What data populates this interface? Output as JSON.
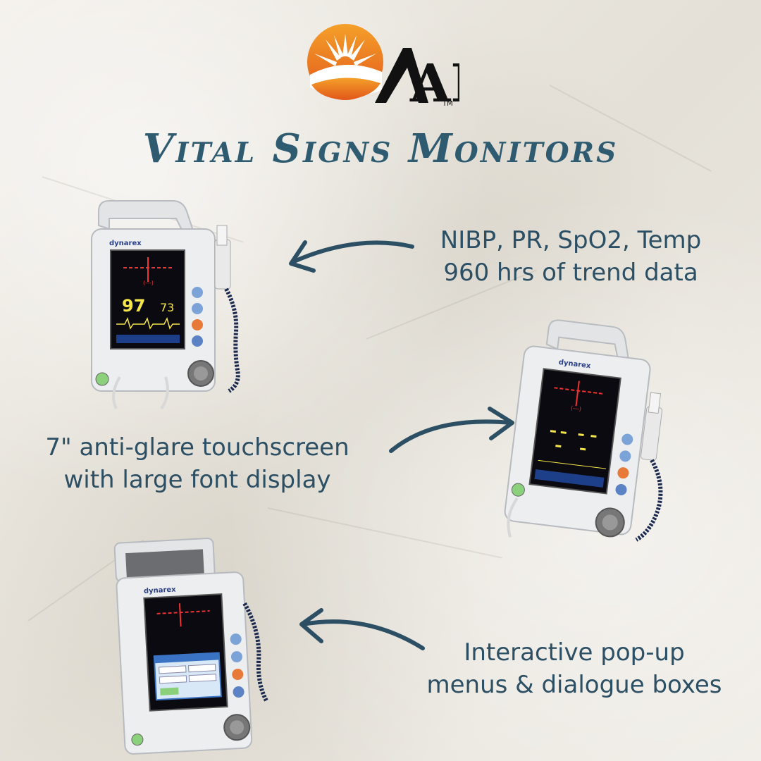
{
  "logo": {
    "text": "AB",
    "trademark": "TM",
    "colors": {
      "sun": "#f08a1c",
      "sun_dark": "#e05b12",
      "text": "#111111"
    }
  },
  "title": "Vital Signs Monitors",
  "captions": [
    {
      "line1": "NIBP, PR, SpO2, Temp",
      "line2": "960 hrs of trend data"
    },
    {
      "line1": "7\" anti-glare touchscreen",
      "line2": "with large font display"
    },
    {
      "line1": "Interactive pop-up",
      "line2": "menus & dialogue boxes"
    }
  ],
  "devices": [
    {
      "brand": "dynarex",
      "reading_big": "97",
      "reading_small": "73"
    },
    {
      "brand": "dynarex"
    },
    {
      "brand": "dynarex"
    }
  ],
  "colors": {
    "accent": "#2f5b70",
    "caption": "#2c4f64",
    "background": "#ece9e2"
  }
}
